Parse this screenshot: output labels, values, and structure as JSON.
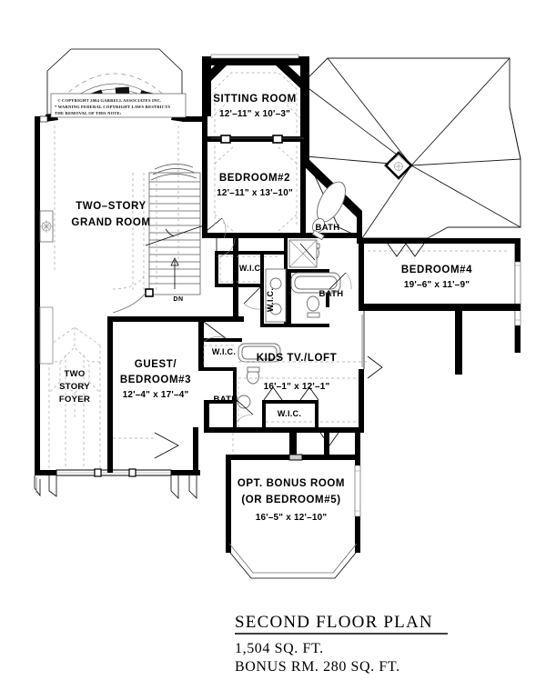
{
  "drawing": {
    "title": "SECOND FLOOR PLAN",
    "area_main": "1,504 SQ. FT.",
    "area_bonus": "BONUS RM. 280 SQ. FT."
  },
  "copyright": {
    "line1": "©  COPYRIGHT 2004 GARRELL ASSOCIATES INC.",
    "line2": "* WARNING FEDERAL COPYRIGHT LAWS RESTRICTS",
    "line3": "THE REMOVAL OF THIS NOTE:"
  },
  "rooms": [
    {
      "id": "sitting-room",
      "name": "SITTING  ROOM",
      "dimensions": "12'–11\" x 10'–3\""
    },
    {
      "id": "bedroom-2",
      "name": "BEDROOM#2",
      "dimensions": "12'–11\" x 13'–10\""
    },
    {
      "id": "grand-room",
      "name_line1": "TWO–STORY",
      "name_line2": "GRAND  ROOM"
    },
    {
      "id": "bedroom-4",
      "name": "BEDROOM#4",
      "dimensions": "19'–6\" x 11'–9\""
    },
    {
      "id": "kids-tv-loft",
      "name": "KIDS  TV./LOFT",
      "dimensions": "16'–1\" x 12'–1\""
    },
    {
      "id": "guest-bedroom-3",
      "name_line1": "GUEST/",
      "name_line2": "BEDROOM#3",
      "dimensions": "12'–4\" x 17'–4\""
    },
    {
      "id": "two-story-foyer",
      "name_line1": "TWO",
      "name_line2": "STORY",
      "name_line3": "FOYER"
    },
    {
      "id": "opt-bonus-room",
      "name_line1": "OPT. BONUS ROOM",
      "name_line2": "(OR BEDROOM#5)",
      "dimensions": "16'–5\" x 12'–10\""
    }
  ],
  "labels": {
    "bath_upper": "BATH",
    "bath_mid": "BATH",
    "bath_guest": "BATH",
    "wic_bed2": "W.I.C.",
    "wic_vertical": "W.I.C.",
    "wic_guest": "W.I.C.",
    "wic_bonus": "W.I.C.",
    "stair_dn": "DN"
  },
  "colors": {
    "wall": "#000000",
    "paper": "#ffffff",
    "hidden_line": "#9a9a9a",
    "fixture_line": "#6a6a6a",
    "glass": "#e8e8e8"
  }
}
